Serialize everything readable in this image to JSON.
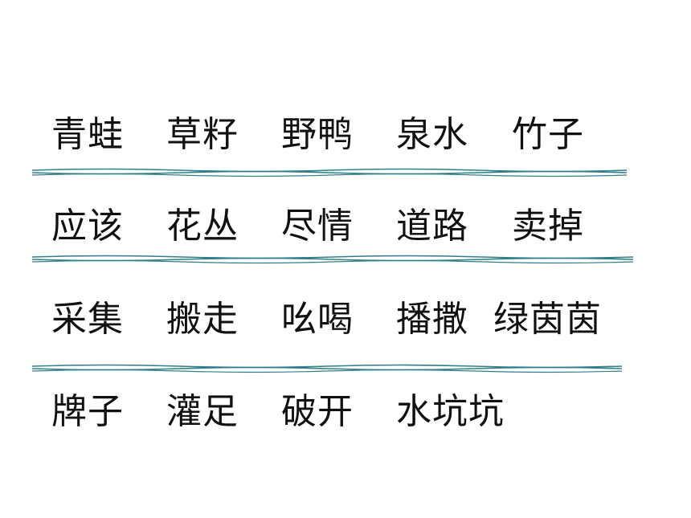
{
  "rows": [
    {
      "words": [
        "青蛙",
        "草籽",
        "野鸭",
        "泉水",
        "竹子"
      ]
    },
    {
      "words": [
        "应该",
        "花丛",
        "尽情",
        "道路",
        "卖掉"
      ]
    },
    {
      "words": [
        "采集",
        "搬走",
        "吆喝",
        "播撒",
        "绿茵茵"
      ]
    },
    {
      "words": [
        "牌子",
        "灌足",
        "破开",
        "水坑坑"
      ]
    }
  ],
  "colors": {
    "text": "#111111",
    "wave_line": "#2f7f8a"
  }
}
